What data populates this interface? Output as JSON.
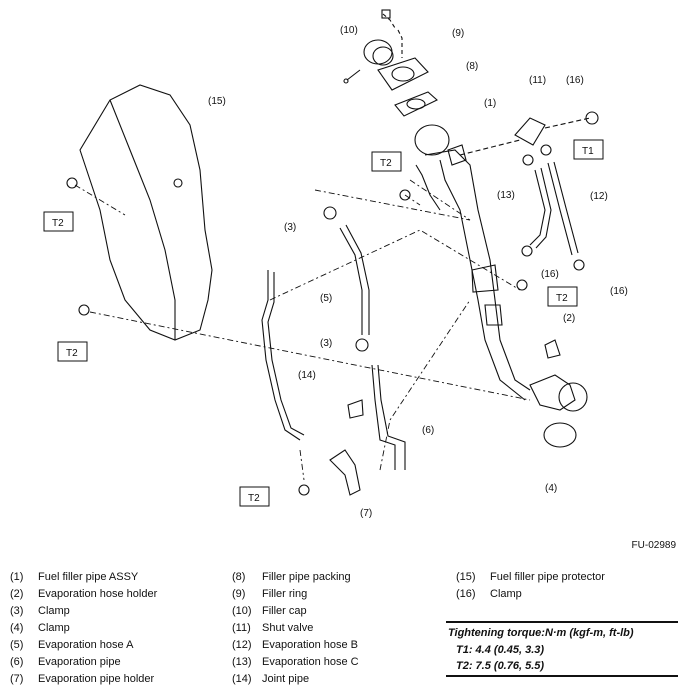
{
  "diagram": {
    "callouts": [
      "(10)",
      "(9)",
      "(8)",
      "(1)",
      "(11)",
      "(16)",
      "(15)",
      "(3)",
      "(13)",
      "(12)",
      "(16)",
      "(16)",
      "(5)",
      "(2)",
      "(3)",
      "(14)",
      "(6)",
      "(4)",
      "(7)"
    ],
    "torque_tags": [
      "T1",
      "T2",
      "T2",
      "T2",
      "T2",
      "T2"
    ],
    "figure_ref": "FU-02989"
  },
  "legend": {
    "items": [
      {
        "num": "(1)",
        "name": "Fuel filler pipe ASSY"
      },
      {
        "num": "(2)",
        "name": "Evaporation hose holder"
      },
      {
        "num": "(3)",
        "name": "Clamp"
      },
      {
        "num": "(4)",
        "name": "Clamp"
      },
      {
        "num": "(5)",
        "name": "Evaporation hose A"
      },
      {
        "num": "(6)",
        "name": "Evaporation pipe"
      },
      {
        "num": "(7)",
        "name": "Evaporation pipe holder"
      },
      {
        "num": "(8)",
        "name": "Filler pipe packing"
      },
      {
        "num": "(9)",
        "name": "Filler ring"
      },
      {
        "num": "(10)",
        "name": "Filler cap"
      },
      {
        "num": "(11)",
        "name": "Shut valve"
      },
      {
        "num": "(12)",
        "name": "Evaporation hose B"
      },
      {
        "num": "(13)",
        "name": "Evaporation hose C"
      },
      {
        "num": "(14)",
        "name": "Joint pipe"
      },
      {
        "num": "(15)",
        "name": "Fuel filler pipe protector"
      },
      {
        "num": "(16)",
        "name": "Clamp"
      }
    ]
  },
  "torque": {
    "title": "Tightening torque:N·m (kgf-m, ft-lb)",
    "t1": "T1:  4.4 (0.45, 3.3)",
    "t2": "T2:  7.5 (0.76, 5.5)"
  }
}
